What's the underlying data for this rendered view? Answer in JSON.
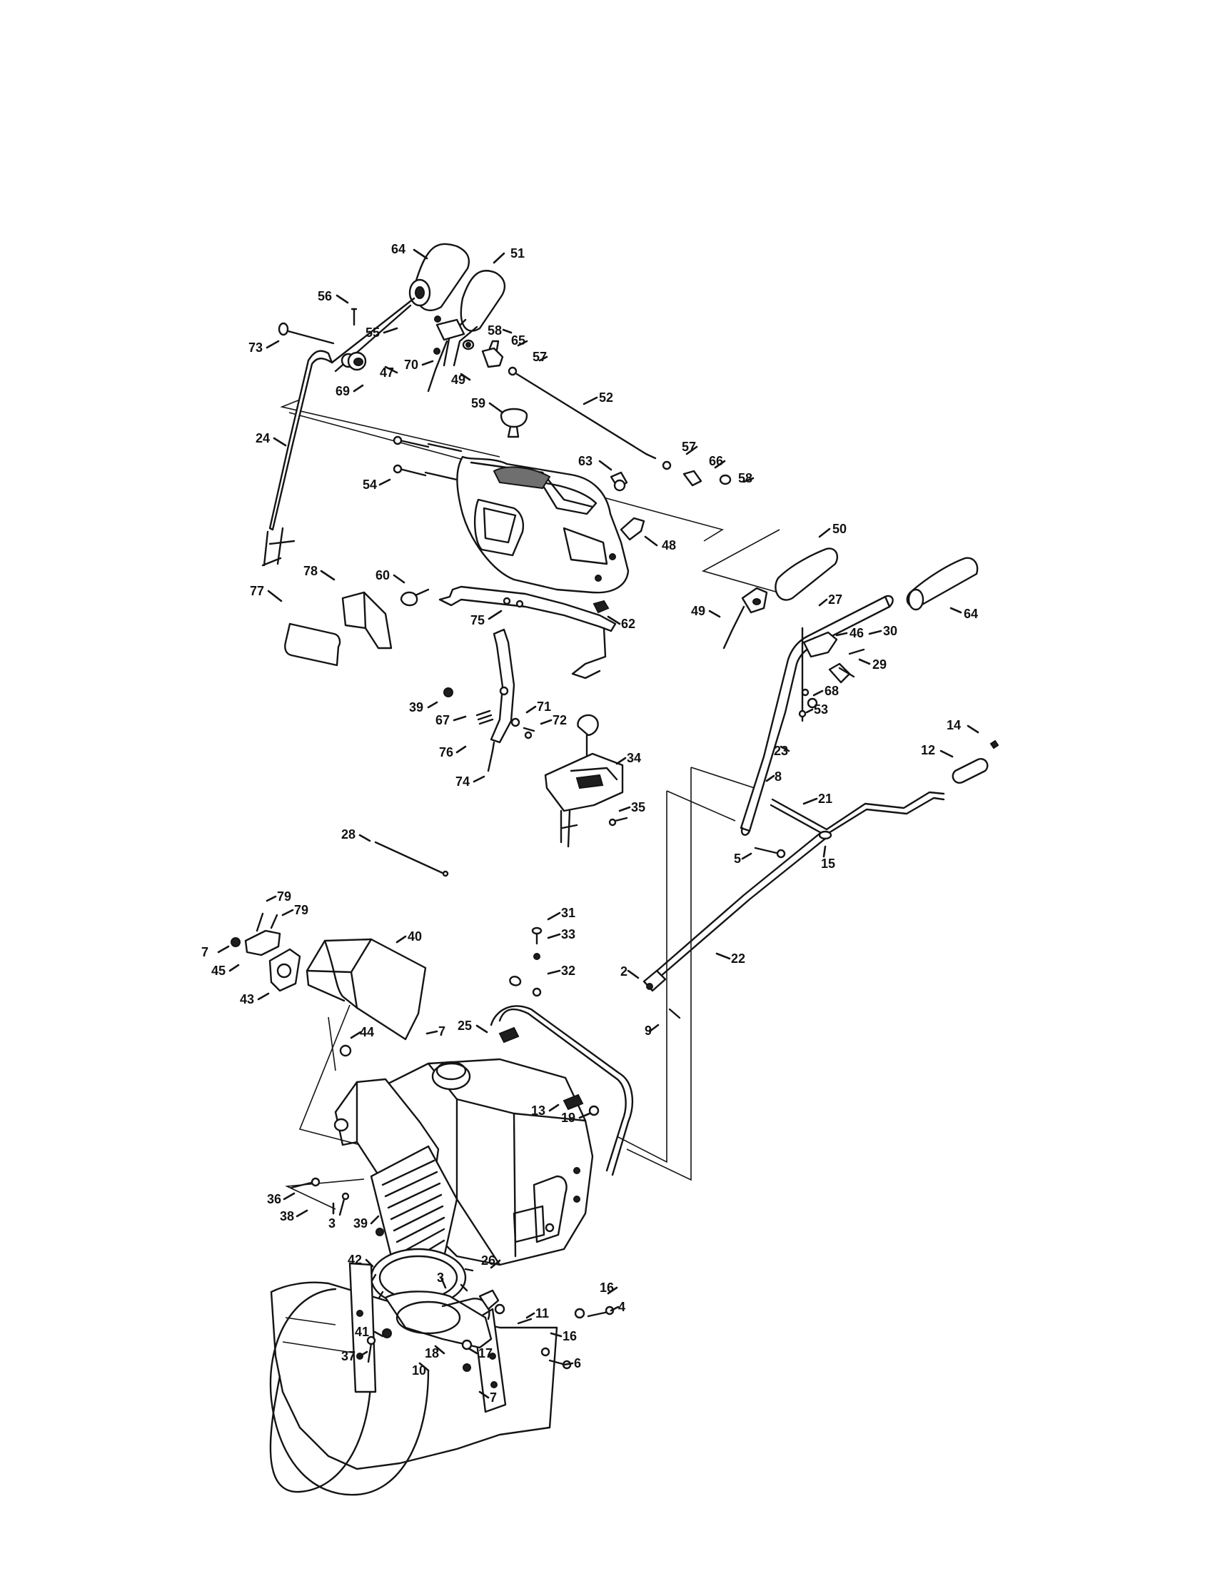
{
  "figure": {
    "background": "#ffffff",
    "ink": "#141414"
  },
  "callouts": [
    {
      "id": "c64a",
      "text": "64"
    },
    {
      "id": "c51",
      "text": "51"
    },
    {
      "id": "c56",
      "text": "56"
    },
    {
      "id": "c55",
      "text": "55"
    },
    {
      "id": "c73",
      "text": "73"
    },
    {
      "id": "c58a",
      "text": "58"
    },
    {
      "id": "c65",
      "text": "65"
    },
    {
      "id": "c70",
      "text": "70"
    },
    {
      "id": "c47",
      "text": "47"
    },
    {
      "id": "c57a",
      "text": "57"
    },
    {
      "id": "c49a",
      "text": "49"
    },
    {
      "id": "c69",
      "text": "69"
    },
    {
      "id": "c52",
      "text": "52"
    },
    {
      "id": "c59",
      "text": "59"
    },
    {
      "id": "c24",
      "text": "24"
    },
    {
      "id": "c57b",
      "text": "57"
    },
    {
      "id": "c63",
      "text": "63"
    },
    {
      "id": "c66",
      "text": "66"
    },
    {
      "id": "c54",
      "text": "54"
    },
    {
      "id": "c58b",
      "text": "58"
    },
    {
      "id": "c48",
      "text": "48"
    },
    {
      "id": "c50",
      "text": "50"
    },
    {
      "id": "c60",
      "text": "60"
    },
    {
      "id": "c78",
      "text": "78"
    },
    {
      "id": "c77",
      "text": "77"
    },
    {
      "id": "c75",
      "text": "75"
    },
    {
      "id": "c62",
      "text": "62"
    },
    {
      "id": "c49b",
      "text": "49"
    },
    {
      "id": "c27",
      "text": "27"
    },
    {
      "id": "c64b",
      "text": "64"
    },
    {
      "id": "c46",
      "text": "46"
    },
    {
      "id": "c30",
      "text": "30"
    },
    {
      "id": "c29",
      "text": "29"
    },
    {
      "id": "c68",
      "text": "68"
    },
    {
      "id": "c53",
      "text": "53"
    },
    {
      "id": "c39a",
      "text": "39"
    },
    {
      "id": "c71",
      "text": "71"
    },
    {
      "id": "c67",
      "text": "67"
    },
    {
      "id": "c72",
      "text": "72"
    },
    {
      "id": "c14",
      "text": "14"
    },
    {
      "id": "c76",
      "text": "76"
    },
    {
      "id": "c23",
      "text": "23"
    },
    {
      "id": "c12",
      "text": "12"
    },
    {
      "id": "c34",
      "text": "34"
    },
    {
      "id": "c74",
      "text": "74"
    },
    {
      "id": "c8",
      "text": "8"
    },
    {
      "id": "c21",
      "text": "21"
    },
    {
      "id": "c35",
      "text": "35"
    },
    {
      "id": "c28",
      "text": "28"
    },
    {
      "id": "c5",
      "text": "5"
    },
    {
      "id": "c15",
      "text": "15"
    },
    {
      "id": "c79a",
      "text": "79"
    },
    {
      "id": "c79b",
      "text": "79"
    },
    {
      "id": "c31",
      "text": "31"
    },
    {
      "id": "c7a",
      "text": "7"
    },
    {
      "id": "c40",
      "text": "40"
    },
    {
      "id": "c33",
      "text": "33"
    },
    {
      "id": "c45",
      "text": "45"
    },
    {
      "id": "c22",
      "text": "22"
    },
    {
      "id": "c2",
      "text": "2"
    },
    {
      "id": "c32",
      "text": "32"
    },
    {
      "id": "c43",
      "text": "43"
    },
    {
      "id": "c7b",
      "text": "7"
    },
    {
      "id": "c25",
      "text": "25"
    },
    {
      "id": "c44",
      "text": "44"
    },
    {
      "id": "c9",
      "text": "9"
    },
    {
      "id": "c13",
      "text": "13"
    },
    {
      "id": "c19",
      "text": "19"
    },
    {
      "id": "c36",
      "text": "36"
    },
    {
      "id": "c38",
      "text": "38"
    },
    {
      "id": "c3a",
      "text": "3"
    },
    {
      "id": "c39b",
      "text": "39"
    },
    {
      "id": "c42",
      "text": "42"
    },
    {
      "id": "c26",
      "text": "26"
    },
    {
      "id": "c3b",
      "text": "3"
    },
    {
      "id": "c16a",
      "text": "16"
    },
    {
      "id": "c4",
      "text": "4"
    },
    {
      "id": "c11",
      "text": "11"
    },
    {
      "id": "c41",
      "text": "41"
    },
    {
      "id": "c16b",
      "text": "16"
    },
    {
      "id": "c37",
      "text": "37"
    },
    {
      "id": "c18",
      "text": "18"
    },
    {
      "id": "c17",
      "text": "17"
    },
    {
      "id": "c6",
      "text": "6"
    },
    {
      "id": "c10",
      "text": "10"
    },
    {
      "id": "c7c",
      "text": "7"
    }
  ]
}
